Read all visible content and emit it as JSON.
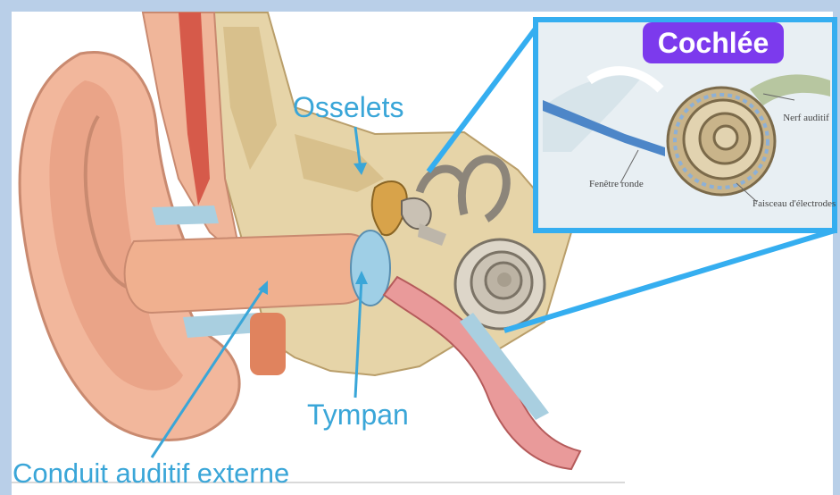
{
  "labels": {
    "osselets": "Osselets",
    "tympan": "Tympan",
    "conduit": "Conduit auditif externe"
  },
  "inset": {
    "badge": "Cochlée",
    "nerf": "Nerf auditif",
    "fenetre": "Fenêtre ronde",
    "faisceau": "Faisceau d'électrodes"
  },
  "colors": {
    "background": "#b9cfe8",
    "label_blue": "#3aa6d8",
    "inset_border": "#35aef0",
    "badge_bg": "#7c3aed",
    "skin": "#f2b79c",
    "bone": "#e6d4a8"
  }
}
